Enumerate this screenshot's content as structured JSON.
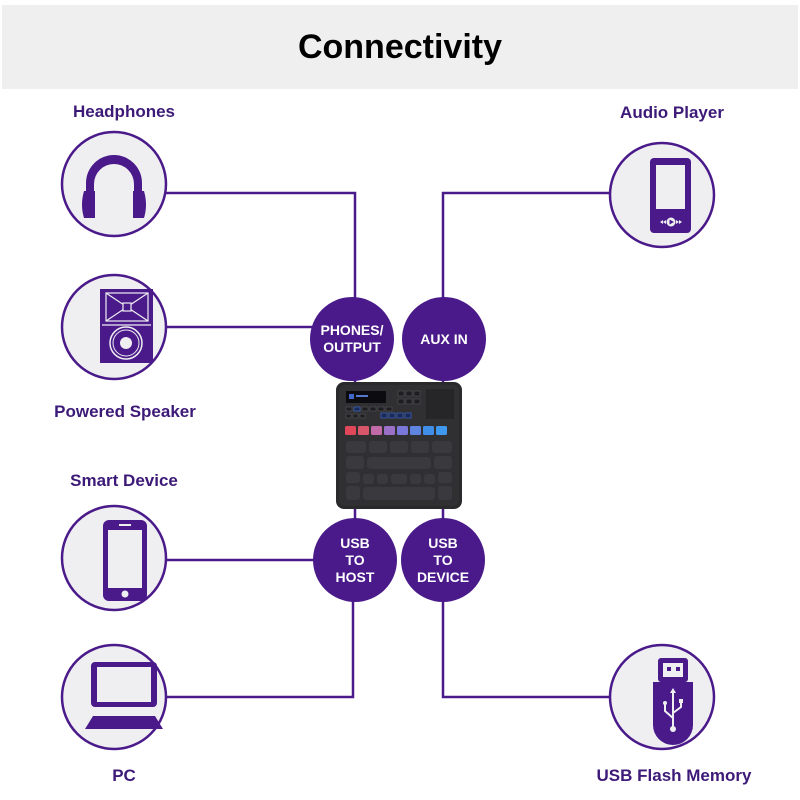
{
  "title": "Connectivity",
  "colors": {
    "accent": "#4a1a8a",
    "label": "#3d1a78",
    "circle_fill": "#efeff2",
    "header_bg": "#efefef"
  },
  "devices": [
    {
      "id": "headphones",
      "label": "Headphones",
      "icon": "headphones-icon"
    },
    {
      "id": "powered-speaker",
      "label": "Powered Speaker",
      "icon": "speaker-icon"
    },
    {
      "id": "smart-device",
      "label": "Smart Device",
      "icon": "smartphone-icon"
    },
    {
      "id": "pc",
      "label": "PC",
      "icon": "laptop-icon"
    },
    {
      "id": "audio-player",
      "label": "Audio Player",
      "icon": "audio-player-icon"
    },
    {
      "id": "usb-flash-memory",
      "label": "USB Flash Memory",
      "icon": "usb-drive-icon"
    }
  ],
  "ports": [
    {
      "id": "phones-output",
      "lines": [
        "PHONES/",
        "OUTPUT"
      ]
    },
    {
      "id": "aux-in",
      "lines": [
        "AUX IN"
      ]
    },
    {
      "id": "usb-to-host",
      "lines": [
        "USB",
        "TO",
        "HOST"
      ]
    },
    {
      "id": "usb-to-device",
      "lines": [
        "USB",
        "TO",
        "DEVICE"
      ]
    }
  ],
  "center_device": {
    "name": "instrument-unit"
  }
}
